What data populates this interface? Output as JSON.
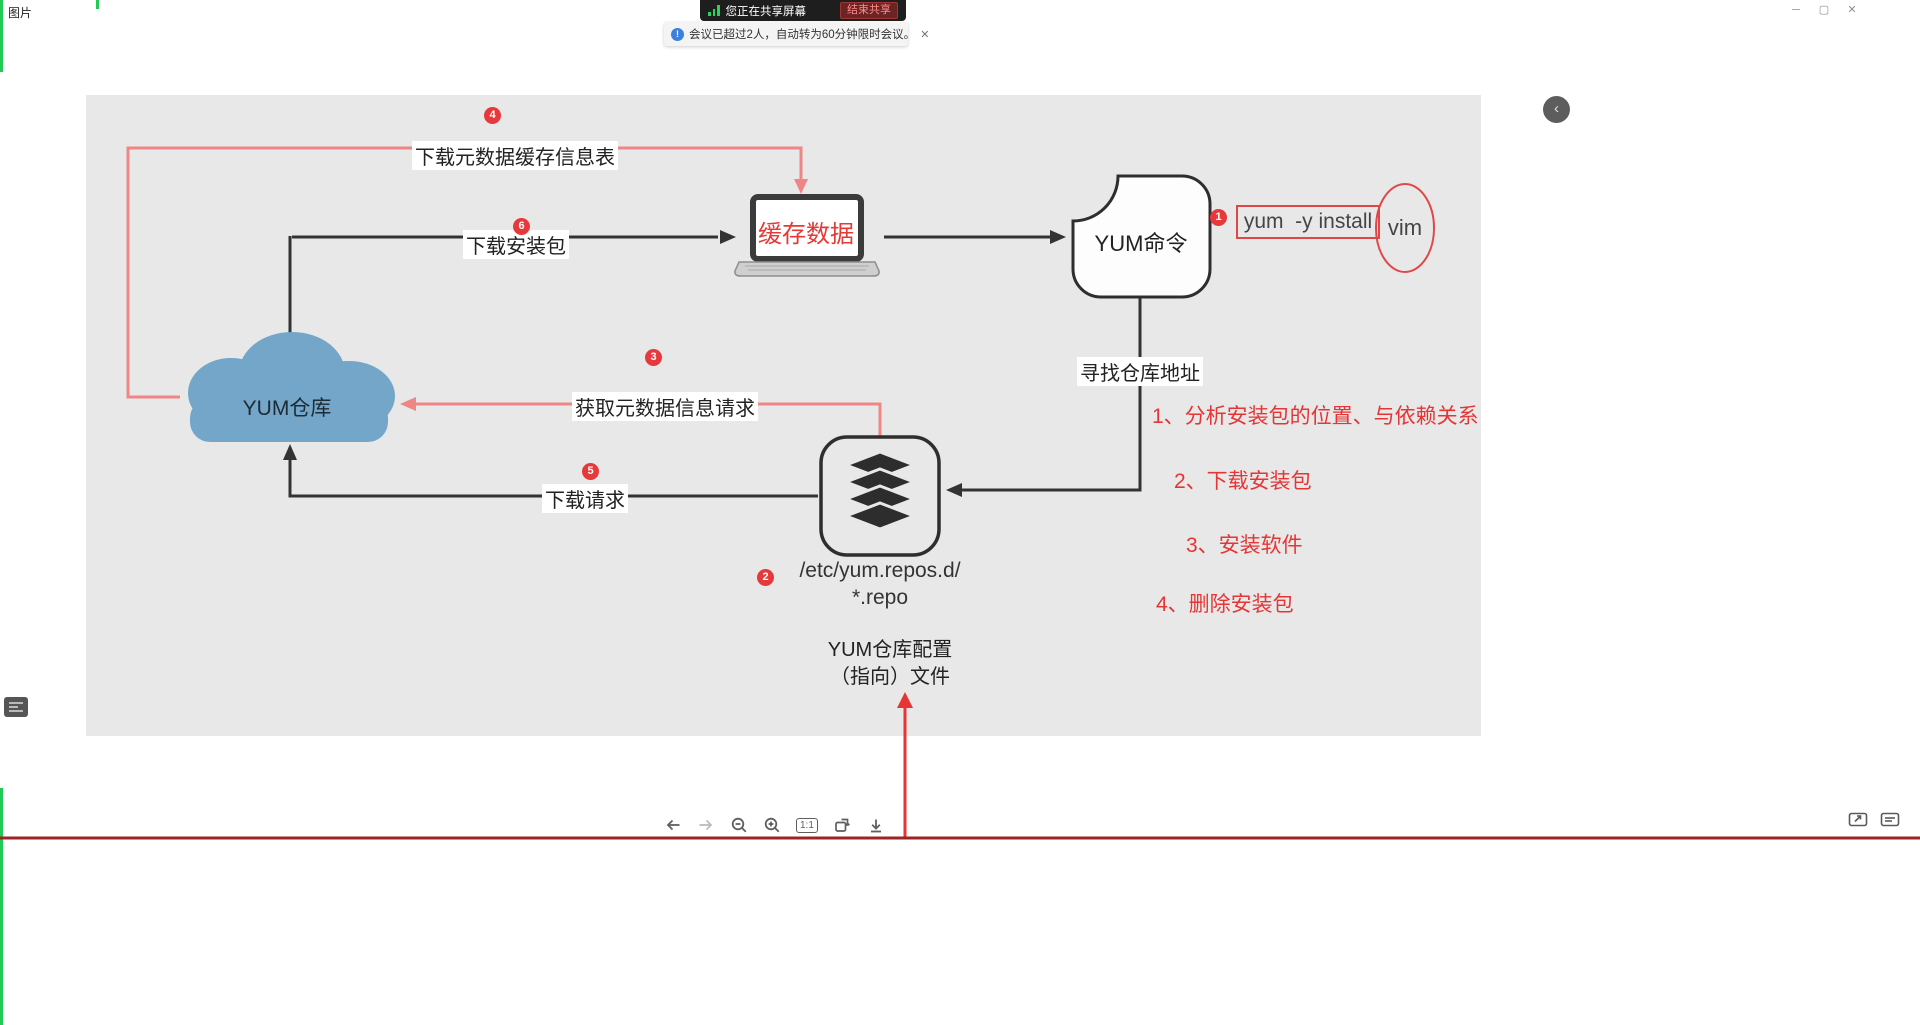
{
  "colors": {
    "share_green": "#2bd160",
    "annotation_red": "#e53535",
    "pink_line": "#ef8686",
    "cloud_blue": "#73a6c9",
    "badge_red": "#e5393c"
  },
  "app": {
    "top_left_label": "图片",
    "share_bar": {
      "status": "您正在共享屏幕",
      "stop_button": "结束共享"
    },
    "notification": {
      "message": "会议已超过2人，自动转为60分钟限时会议。",
      "close": "✕"
    },
    "window_controls": {
      "minimize": "─",
      "maximize": "▢",
      "close": "✕"
    },
    "collapse_button": "‹"
  },
  "diagram": {
    "cloud_label": "YUM仓库",
    "cache_label": "缓存数据",
    "yum_command_label": "YUM命令",
    "command_text": "yum  -y install",
    "command_arg": "vim",
    "repo_path_line1": "/etc/yum.repos.d/",
    "repo_path_line2": "*.repo",
    "repo_config_line1": "YUM仓库配置",
    "repo_config_line2": "（指向）文件",
    "labels": {
      "download_metadata_table": "下载元数据缓存信息表",
      "download_package": "下载安装包",
      "metadata_request": "获取元数据信息请求",
      "download_request": "下载请求",
      "find_repo": "寻找仓库地址"
    },
    "badges": {
      "b1": "1",
      "b2": "2",
      "b3": "3",
      "b4": "4",
      "b5": "5",
      "b6": "6"
    },
    "notes": [
      "1、分析安装包的位置、与依赖关系",
      "2、下载安装包",
      "3、安装软件",
      "4、删除安装包"
    ]
  },
  "viewer": {
    "zoom_ratio": "1:1"
  }
}
